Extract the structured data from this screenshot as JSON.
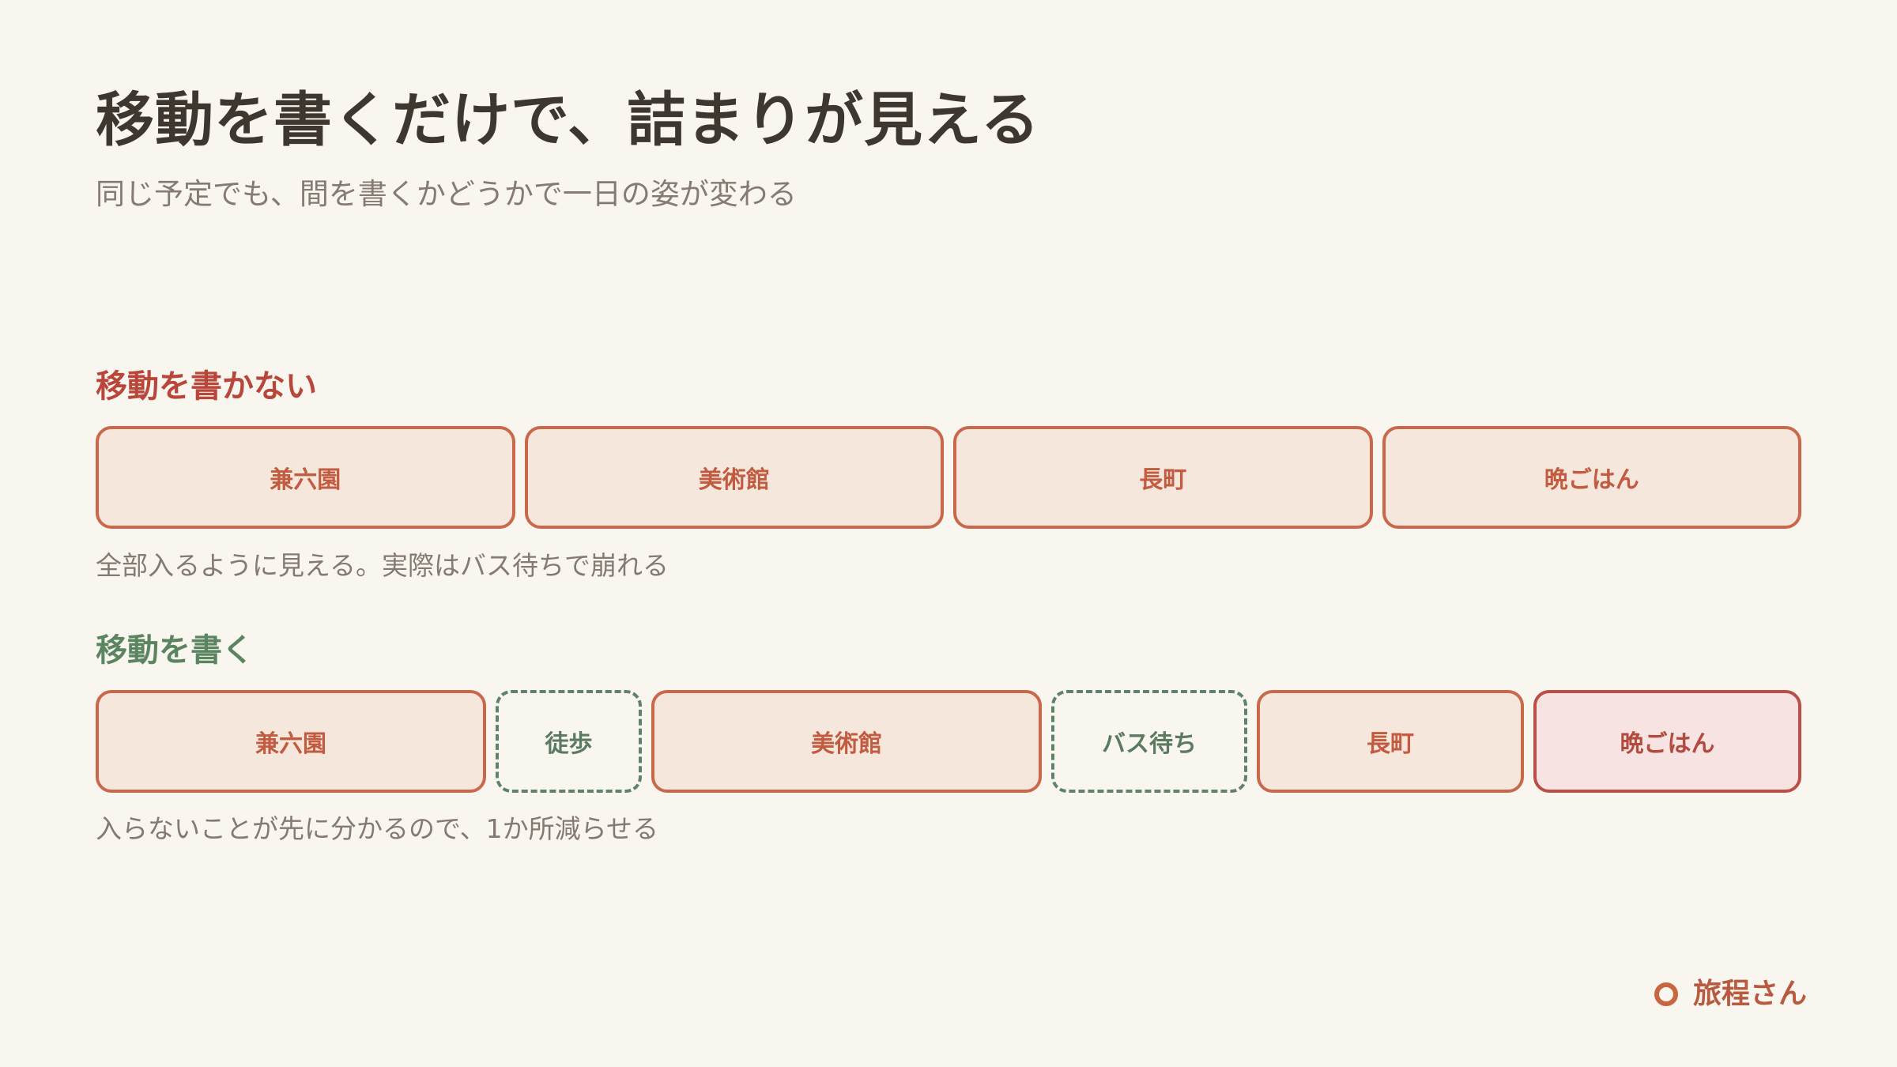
{
  "header": {
    "title": "移動を書くだけで、詰まりが見える",
    "subtitle": "同じ予定でも、間を書くかどうかで一日の姿が変わる"
  },
  "without_travel": {
    "label": "移動を書かない",
    "blocks": [
      {
        "kind": "place",
        "text": "兼六園"
      },
      {
        "kind": "place",
        "text": "美術館"
      },
      {
        "kind": "place",
        "text": "長町"
      },
      {
        "kind": "place",
        "text": "晩ごはん"
      }
    ],
    "note": "全部入るように見える。実際はバス待ちで崩れる"
  },
  "with_travel": {
    "label": "移動を書く",
    "blocks": [
      {
        "kind": "place",
        "text": "兼六園"
      },
      {
        "kind": "move",
        "text": "徒歩"
      },
      {
        "kind": "place",
        "text": "美術館"
      },
      {
        "kind": "move",
        "text": "バス待ち"
      },
      {
        "kind": "place",
        "text": "長町"
      },
      {
        "kind": "dinner",
        "text": "晩ごはん"
      }
    ],
    "note": "入らないことが先に分かるので、1か所減らせる"
  },
  "brand": {
    "name": "旅程さん",
    "icon": "ring-dot-icon"
  },
  "colors": {
    "background": "#f9f5ef",
    "title": "#3d372f",
    "accent_red": "#b8463a",
    "accent_green": "#5b8561",
    "place_fill": "#f6e7dd",
    "place_border": "#c9684a",
    "move_border": "#5f8366",
    "dinner_fill": "#f7e3e1",
    "brand": "#c9653f"
  }
}
